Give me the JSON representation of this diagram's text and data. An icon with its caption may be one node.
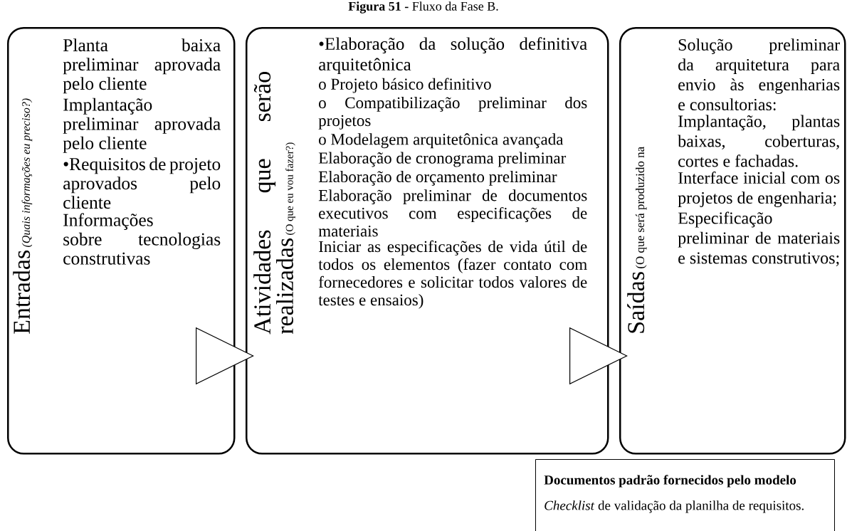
{
  "diagram": {
    "title": "**Figura 51 -** Fluxo da Fase B.",
    "nodes": [
      {
        "text": [
          "Entradas",
          "(Quais informações eu preciso?)",
          "Planta baixa preliminar aprovada pelo cliente",
          "Implantação preliminar aprovada pelo cliente",
          "•Requisitos de projeto aprovados pelo cliente",
          "Informações sobre tecnologias construtivas"
        ]
      },
      {
        "text": [
          "Atividades que serão realizadas",
          "(O que eu vou fazer?)",
          "•Elaboração da solução definitiva arquitetônica",
          "o Projeto básico definitivo",
          "o Compatibilização preliminar dos projetos",
          "o Modelagem arquitetônica avançada",
          "Elaboração de cronograma preliminar",
          "Elaboração de orçamento preliminar",
          "Elaboração preliminar de documentos executivos com especificações de materiais",
          "Iniciar as especificações de vida útil de todos os elementos (fazer contato com fornecedores e solicitar todos valores de testes e ensaios)"
        ]
      },
      {
        "text": [
          "Saídas",
          "(O que será produzido na",
          "Solução preliminar da arquitetura para envio às engenharias e consultorias:",
          "Implantação, plantas baixas, coberturas, cortes e fachadas.",
          "Interface inicial com os projetos de engenharia;",
          "Especificação preliminar de materiais e sistemas construtivos;"
        ]
      },
      {
        "text": [
          "Documentos padrão fornecidos pelo modelo",
          "*Checklist* de validação da planilha de requisitos."
        ]
      }
    ],
    "edges": [
      {
        "from": 0,
        "to": 1,
        "arrow": "to"
      },
      {
        "from": 1,
        "to": 2,
        "arrow": "to"
      }
    ]
  }
}
